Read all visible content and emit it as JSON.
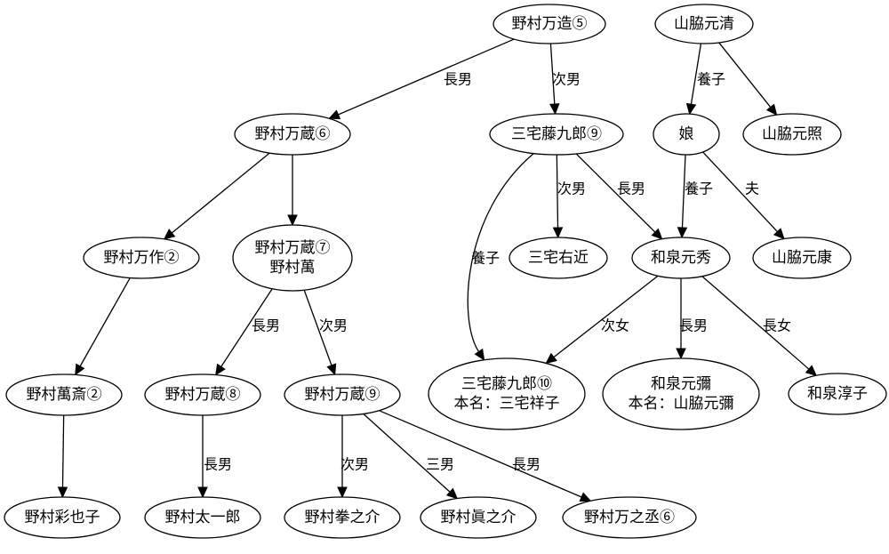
{
  "diagram": {
    "type": "family-tree",
    "nodes": [
      {
        "id": "n_manzo5",
        "lines": [
          "野村万造⑤"
        ]
      },
      {
        "id": "n_yamawaki_motokiyo",
        "lines": [
          "山脇元清"
        ]
      },
      {
        "id": "n_manzo6",
        "lines": [
          "野村万蔵⑥"
        ]
      },
      {
        "id": "n_miyake_tokuro9",
        "lines": [
          "三宅藤九郎⑨"
        ]
      },
      {
        "id": "n_musume",
        "lines": [
          "娘"
        ]
      },
      {
        "id": "n_yamawaki_motoaki",
        "lines": [
          "山脇元照"
        ]
      },
      {
        "id": "n_mansaku2",
        "lines": [
          "野村万作②"
        ]
      },
      {
        "id": "n_manzo7",
        "lines": [
          "野村万蔵⑦",
          "野村萬"
        ]
      },
      {
        "id": "n_miyake_ukon",
        "lines": [
          "三宅右近"
        ]
      },
      {
        "id": "n_izumi_motohide",
        "lines": [
          "和泉元秀"
        ]
      },
      {
        "id": "n_yamawaki_motoyasu",
        "lines": [
          "山脇元康"
        ]
      },
      {
        "id": "n_mansai2",
        "lines": [
          "野村萬斎②"
        ]
      },
      {
        "id": "n_manzo8",
        "lines": [
          "野村万蔵⑧"
        ]
      },
      {
        "id": "n_manzo9",
        "lines": [
          "野村万蔵⑨"
        ]
      },
      {
        "id": "n_miyake_tokuro10",
        "lines": [
          "三宅藤九郎⑩",
          "本名：三宅祥子"
        ]
      },
      {
        "id": "n_izumi_motoya",
        "lines": [
          "和泉元彌",
          "本名：山脇元彌"
        ]
      },
      {
        "id": "n_izumi_junko",
        "lines": [
          "和泉淳子"
        ]
      },
      {
        "id": "n_sayako",
        "lines": [
          "野村彩也子"
        ]
      },
      {
        "id": "n_taichiro",
        "lines": [
          "野村太一郎"
        ]
      },
      {
        "id": "n_kennosuke",
        "lines": [
          "野村拳之介"
        ]
      },
      {
        "id": "n_sadanosuke",
        "lines": [
          "野村眞之介"
        ]
      },
      {
        "id": "n_mannojo6",
        "lines": [
          "野村万之丞⑥"
        ]
      }
    ],
    "edges": [
      {
        "from": "n_manzo5",
        "to": "n_manzo6",
        "label": "長男"
      },
      {
        "from": "n_manzo5",
        "to": "n_miyake_tokuro9",
        "label": "次男"
      },
      {
        "from": "n_yamawaki_motokiyo",
        "to": "n_musume",
        "label": "養子"
      },
      {
        "from": "n_yamawaki_motokiyo",
        "to": "n_yamawaki_motoaki",
        "label": ""
      },
      {
        "from": "n_manzo6",
        "to": "n_mansaku2",
        "label": ""
      },
      {
        "from": "n_manzo6",
        "to": "n_manzo7",
        "label": ""
      },
      {
        "from": "n_miyake_tokuro9",
        "to": "n_miyake_ukon",
        "label": "次男"
      },
      {
        "from": "n_miyake_tokuro9",
        "to": "n_izumi_motohide",
        "label": "長男"
      },
      {
        "from": "n_miyake_tokuro9",
        "to": "n_miyake_tokuro10",
        "label": "養子"
      },
      {
        "from": "n_musume",
        "to": "n_izumi_motohide",
        "label": "養子"
      },
      {
        "from": "n_musume",
        "to": "n_yamawaki_motoyasu",
        "label": "夫"
      },
      {
        "from": "n_mansaku2",
        "to": "n_mansai2",
        "label": ""
      },
      {
        "from": "n_manzo7",
        "to": "n_manzo8",
        "label": "長男"
      },
      {
        "from": "n_manzo7",
        "to": "n_manzo9",
        "label": "次男"
      },
      {
        "from": "n_izumi_motohide",
        "to": "n_miyake_tokuro10",
        "label": "次女"
      },
      {
        "from": "n_izumi_motohide",
        "to": "n_izumi_motoya",
        "label": "長男"
      },
      {
        "from": "n_izumi_motohide",
        "to": "n_izumi_junko",
        "label": "長女"
      },
      {
        "from": "n_mansai2",
        "to": "n_sayako",
        "label": ""
      },
      {
        "from": "n_manzo8",
        "to": "n_taichiro",
        "label": "長男"
      },
      {
        "from": "n_manzo9",
        "to": "n_kennosuke",
        "label": "次男"
      },
      {
        "from": "n_manzo9",
        "to": "n_sadanosuke",
        "label": "三男"
      },
      {
        "from": "n_manzo9",
        "to": "n_mannojo6",
        "label": "長男"
      }
    ]
  }
}
